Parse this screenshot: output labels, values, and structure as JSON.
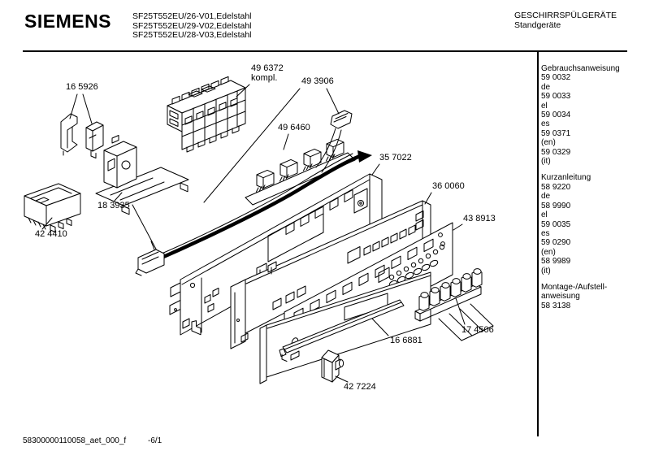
{
  "header": {
    "brand": "SIEMENS",
    "models": [
      "SF25T552EU/26-V01,Edelstahl",
      "SF25T552EU/29-V02,Edelstahl",
      "SF25T552EU/28-V03,Edelstahl"
    ],
    "product_line": "GESCHIRRSPÜLGERÄTE",
    "product_type": "Standgeräte"
  },
  "documents_panel": {
    "sections": [
      {
        "title": "Gebrauchsanweisung",
        "lines": [
          "59 0032",
          "de",
          "59 0033",
          "el",
          "59 0034",
          "es",
          "59 0371",
          "(en)",
          "59 0329",
          "(it)"
        ]
      },
      {
        "title": "Kurzanleitung",
        "lines": [
          "58 9220",
          "de",
          "58 9990",
          "el",
          "59 0035",
          "es",
          "59 0290",
          "(en)",
          "58 9989",
          "(it)"
        ]
      },
      {
        "title": "Montage-/Aufstell-",
        "title2": "anweisung",
        "lines": [
          "58 3138"
        ]
      }
    ]
  },
  "diagram": {
    "part_labels": [
      {
        "id": "16 5926"
      },
      {
        "id": "49 6372",
        "note": "kompl."
      },
      {
        "id": "49 3906"
      },
      {
        "id": "49 6460"
      },
      {
        "id": "35 7022"
      },
      {
        "id": "36 0060"
      },
      {
        "id": "43 8913"
      },
      {
        "id": "18 3935"
      },
      {
        "id": "42 4410"
      },
      {
        "id": "16 6881"
      },
      {
        "id": "17 4506"
      },
      {
        "id": "42 7224"
      }
    ]
  },
  "footer": {
    "drawing_id": "58300000110058_aet_000_f",
    "sheet": "-6/1"
  }
}
